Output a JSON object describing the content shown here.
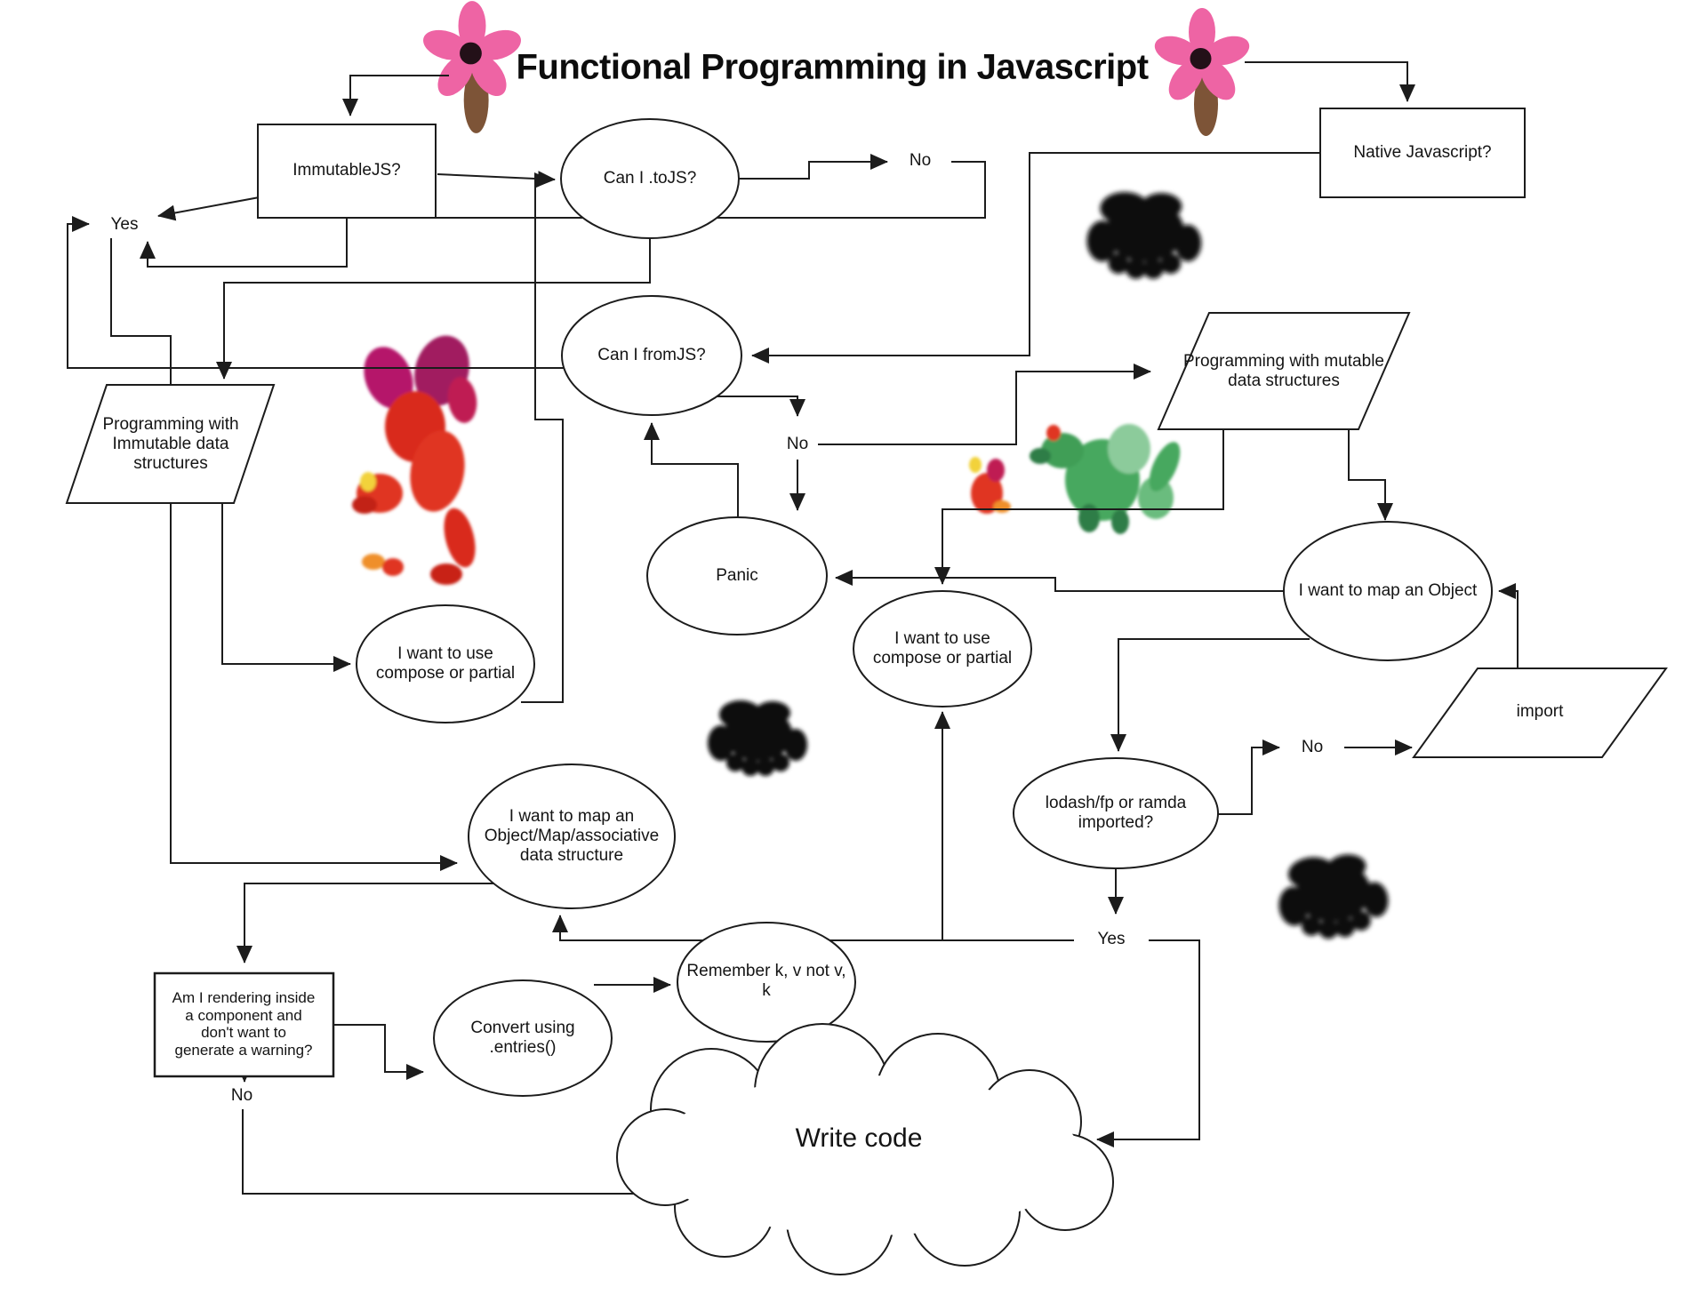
{
  "title": "Functional Programming in Javascript",
  "nodes": {
    "immutablejs": "ImmutableJS?",
    "can_i_tojs": "Can I .toJS?",
    "native_javascript": "Native Javascript?",
    "can_i_fromjs": "Can I fromJS?",
    "prog_immutable": "Programming with\nImmutable data\nstructures",
    "prog_mutable": "Programming with mutable\ndata structures",
    "panic": "Panic",
    "map_object": "I want to map an Object",
    "compose_left": "I want to use\ncompose or partial",
    "compose_center": "I want to use\ncompose or partial",
    "import_node": "import",
    "lodash": "lodash/fp or ramda\nimported?",
    "map_assoc": "I want to map an\nObject/Map/associative\ndata structure",
    "am_i_rendering": "Am I rendering inside\na component and\ndon't want to\ngenerate a warning?",
    "convert": "Convert using\n.entries()",
    "remember": "Remember k, v not v,\nk",
    "write_code": "Write code"
  },
  "labels": {
    "yes_top": "Yes",
    "no_tojs": "No",
    "no_fromjs": "No",
    "no_lodash": "No",
    "yes_lodash": "Yes",
    "no_render": "No"
  },
  "colors": {
    "stroke": "#1c1c1c",
    "flower_pink": "#ee64a4",
    "flower_center": "#231018",
    "stem_brown": "#7d5437",
    "dragon_red": "#dd2a1c",
    "dragon_crimson": "#b5176b",
    "accent_yellow": "#f2d23a",
    "accent_orange": "#ef8f2a",
    "dragon_green": "#46a85f",
    "dragon_light_green": "#8ccb9b",
    "dragon_dark_green": "#2e7d46",
    "spider_black": "#0a0a0a"
  },
  "icons": [
    "flower-icon",
    "red-dragon-icon",
    "green-dragon-icon",
    "spider-icon",
    "cloud-shape"
  ]
}
